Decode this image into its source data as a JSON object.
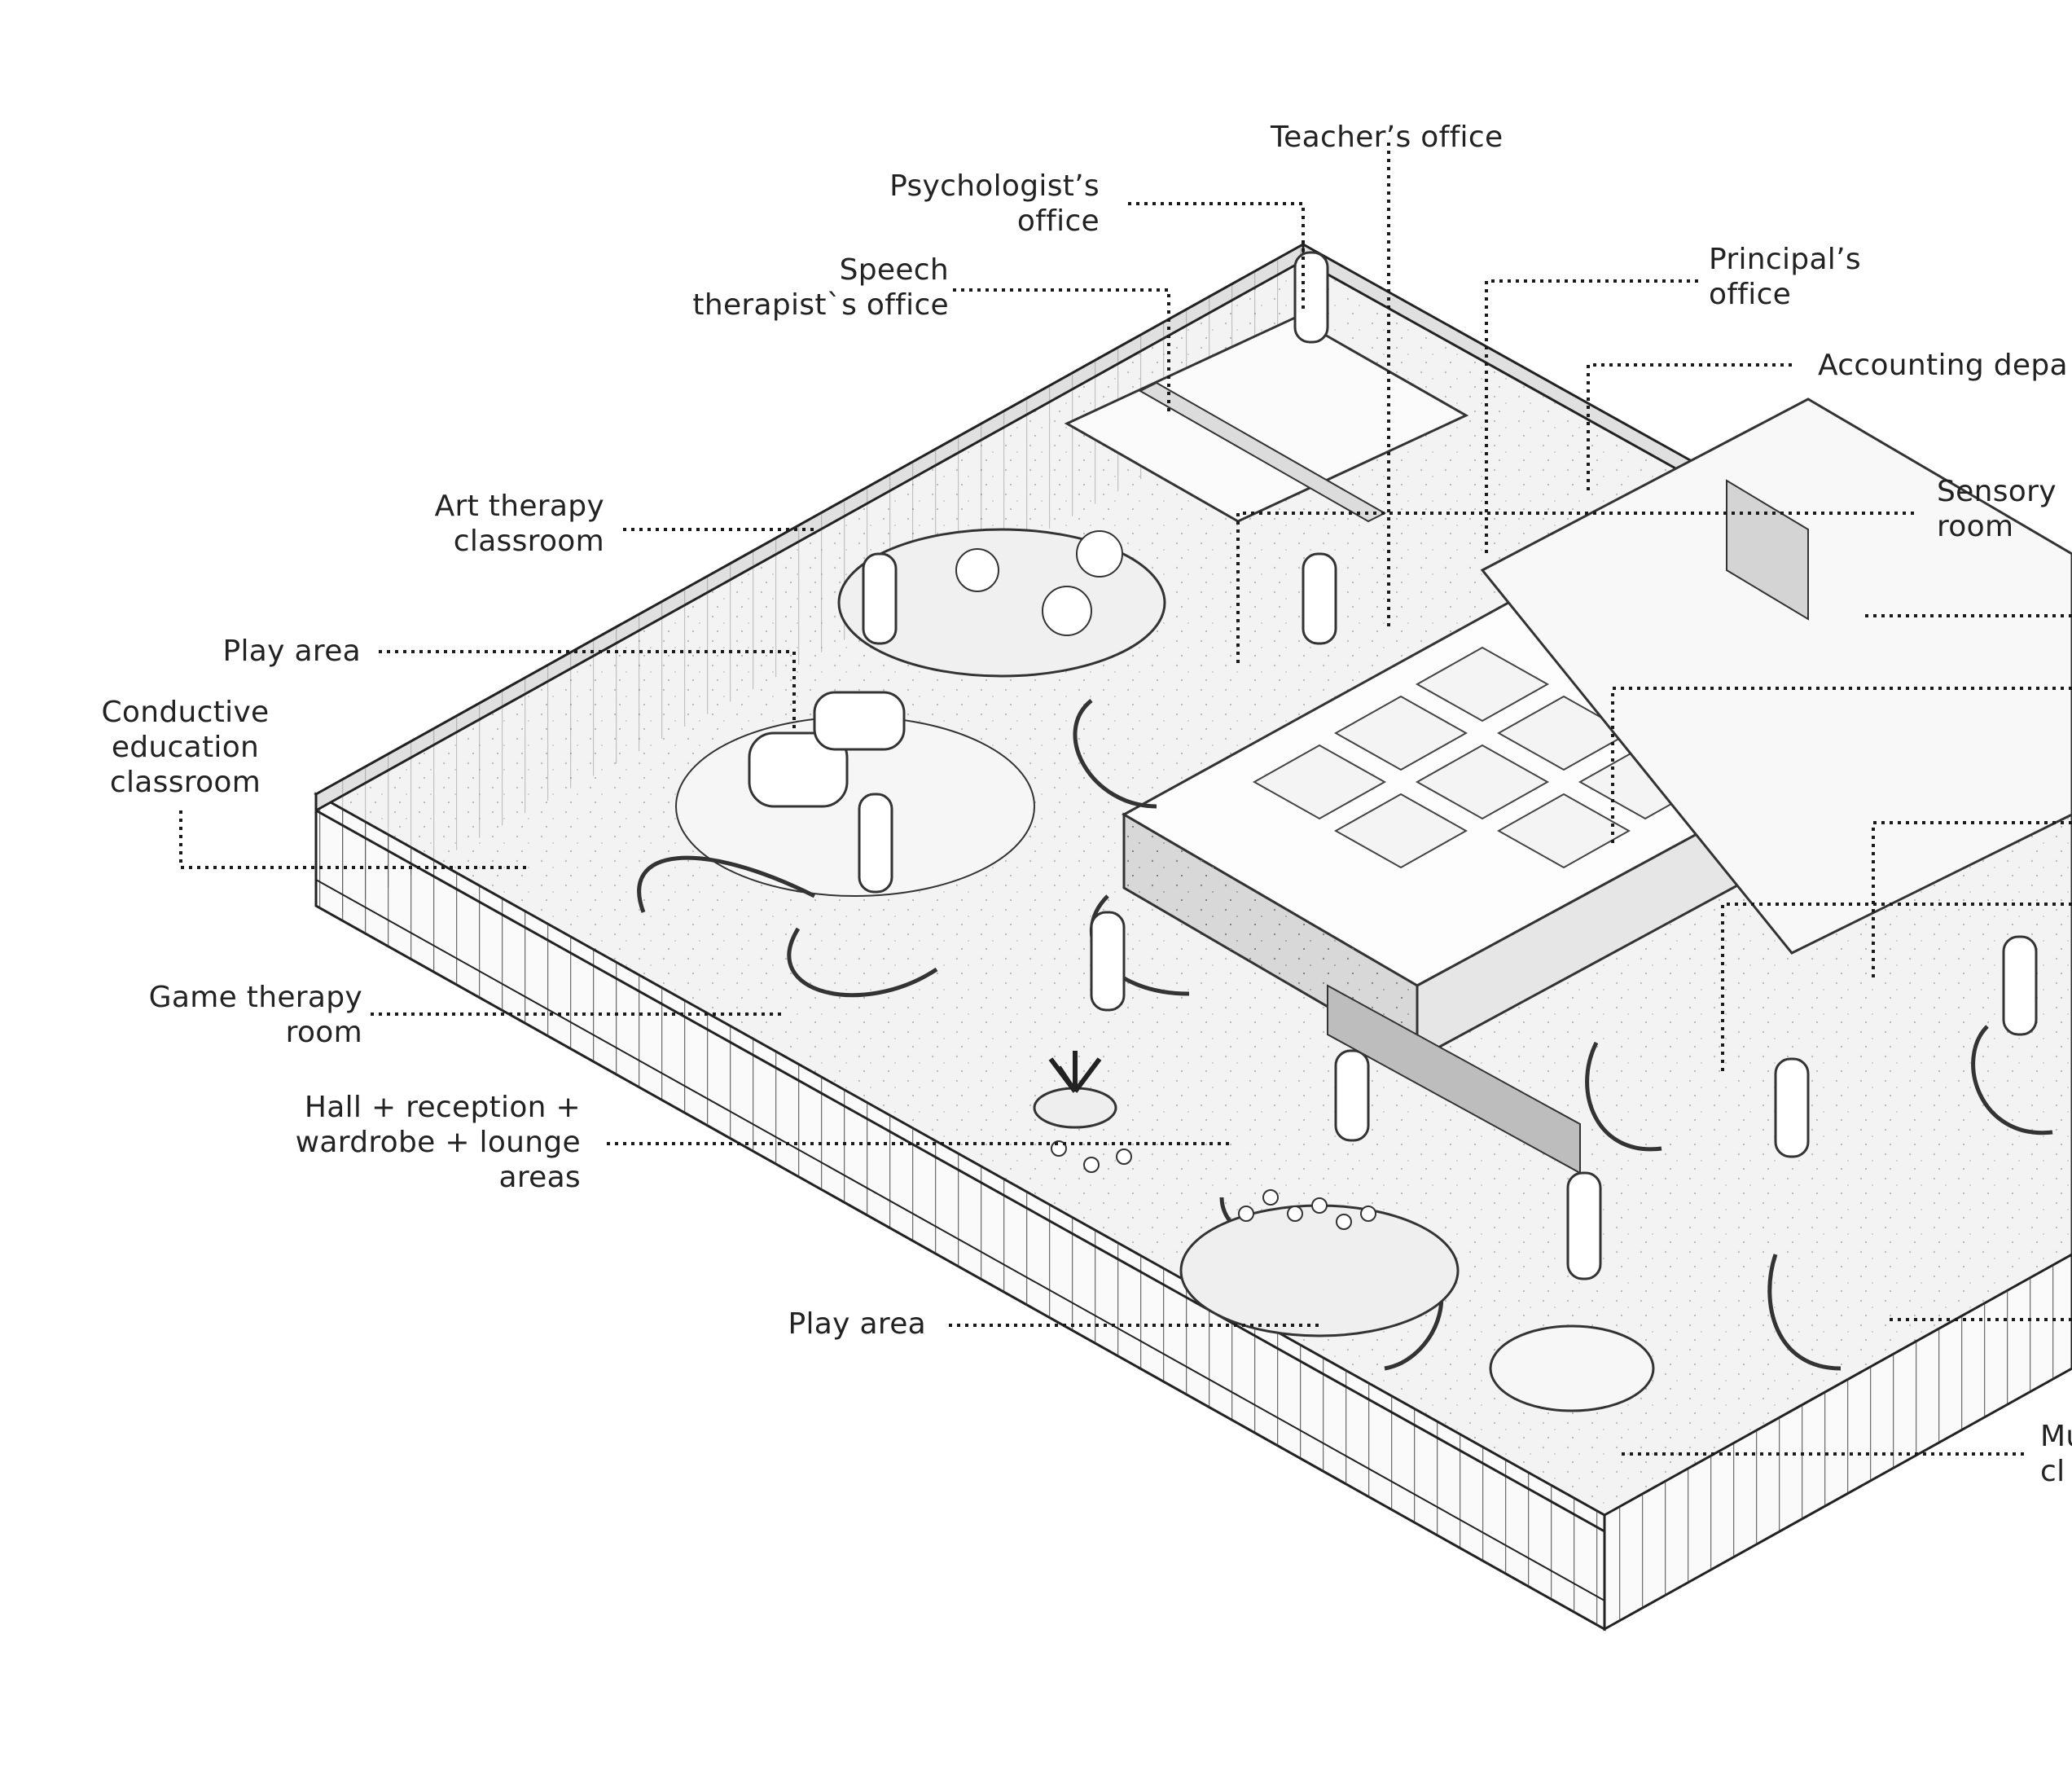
{
  "labels": {
    "teachers_office": "Teacher’s office",
    "psychologists_office_1": "Psychologist’s",
    "psychologists_office_2": "office",
    "principals_office_1": "Principal’s",
    "principals_office_2": "office",
    "speech_1": "Speech",
    "speech_2": "therapist`s office",
    "accounting": "Accounting depa",
    "sensory_1": "Sensory",
    "sensory_2": "room",
    "art_1": "Art therapy",
    "art_2": "classroom",
    "play_area_top": "Play area",
    "conductive_1": "Conductive",
    "conductive_2": "education",
    "conductive_3": "classroom",
    "game_1": "Game therapy",
    "game_2": "room",
    "hall_1": "Hall + reception +",
    "hall_2": "wardrobe + lounge",
    "hall_3": "areas",
    "play_area_bottom": "Play area",
    "music_1": "Mu",
    "music_2": "cl"
  }
}
